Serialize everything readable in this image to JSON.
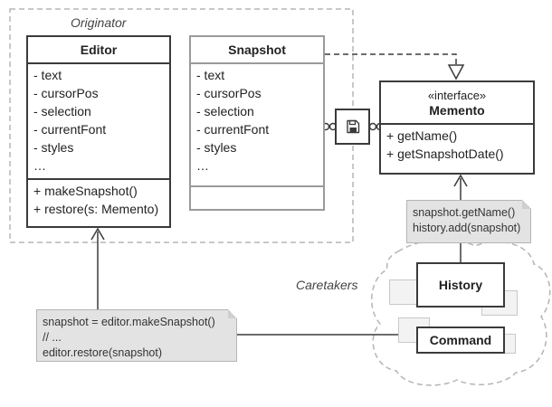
{
  "originator": {
    "label": "Originator"
  },
  "caretakers": {
    "label": "Caretakers"
  },
  "editor": {
    "name": "Editor",
    "fields": [
      "- text",
      "- cursorPos",
      "- selection",
      "- currentFont",
      "- styles",
      "…"
    ],
    "methods": [
      "+ makeSnapshot()",
      "+ restore(s: Memento)"
    ]
  },
  "snapshot": {
    "name": "Snapshot",
    "fields": [
      "- text",
      "- cursorPos",
      "- selection",
      "- currentFont",
      "- styles",
      "…"
    ]
  },
  "memento": {
    "stereotype": "«interface»",
    "name": "Memento",
    "methods": [
      "+ getName()",
      "+ getSnapshotDate()"
    ]
  },
  "history_note": {
    "lines": [
      "snapshot.getName()",
      "history.add(snapshot)"
    ]
  },
  "command_note": {
    "lines": [
      "snapshot = editor.makeSnapshot()",
      "// ...",
      "editor.restore(snapshot)"
    ]
  },
  "history": {
    "label": "History"
  },
  "command": {
    "label": "Command"
  },
  "icons": {
    "save": "floppy-disk-icon"
  },
  "colors": {
    "stroke": "#3b3b3b",
    "light_stroke": "#9a9a9a",
    "note_fill": "#e3e3e3",
    "ghost_fill": "#f3f3f3"
  }
}
